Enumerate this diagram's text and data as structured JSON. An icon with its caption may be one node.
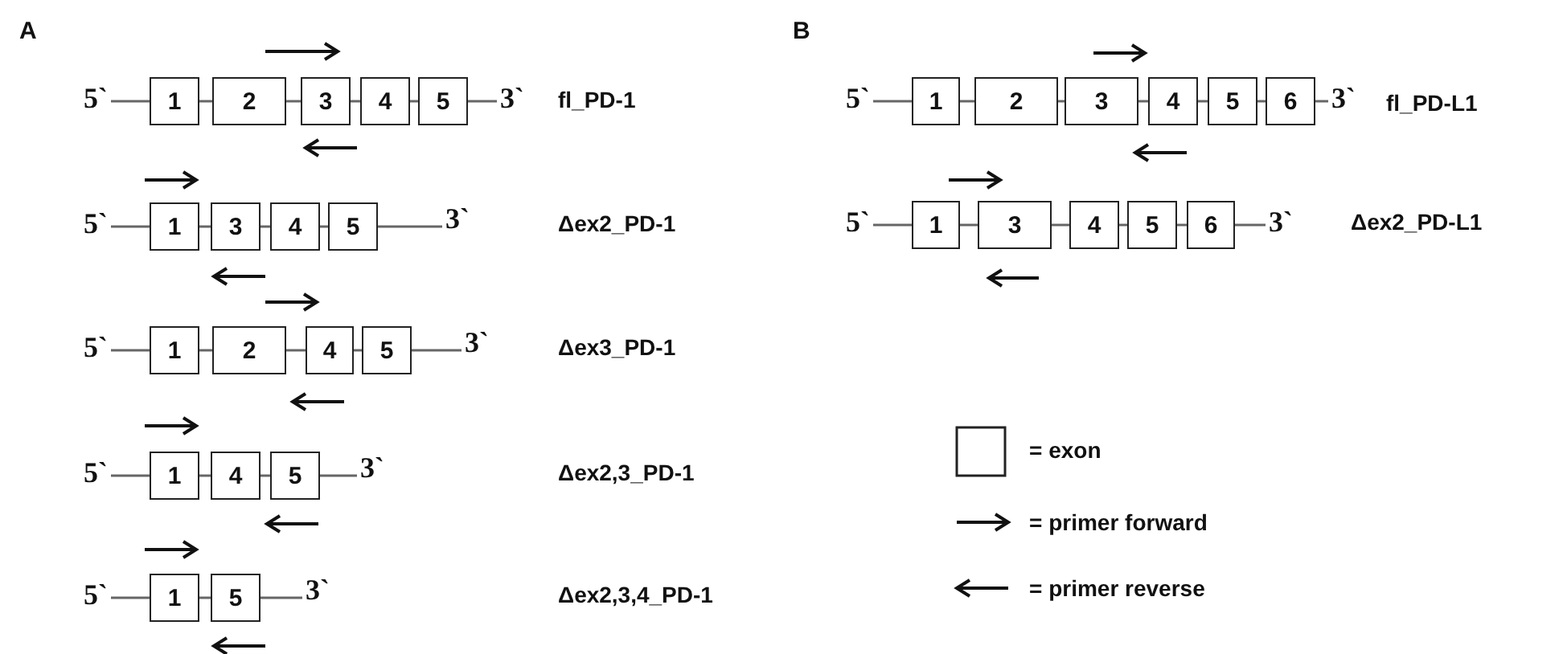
{
  "diagram": {
    "nodes": [
      {
        "text": [
          "5`"
        ]
      },
      {
        "text": [
          "1"
        ]
      },
      {
        "text": [
          "2"
        ]
      },
      {
        "text": [
          "3"
        ]
      },
      {
        "text": [
          "4"
        ]
      },
      {
        "text": [
          "5"
        ]
      },
      {
        "text": [
          "3`"
        ]
      },
      {
        "text": [
          "5`"
        ]
      },
      {
        "text": [
          "1"
        ]
      },
      {
        "text": [
          "3"
        ]
      },
      {
        "text": [
          "4"
        ]
      },
      {
        "text": [
          "5"
        ]
      },
      {
        "text": [
          "3`"
        ]
      },
      {
        "text": [
          "5`"
        ]
      },
      {
        "text": [
          "1"
        ]
      },
      {
        "text": [
          "2"
        ]
      },
      {
        "text": [
          "4"
        ]
      },
      {
        "text": [
          "5"
        ]
      },
      {
        "text": [
          "3`"
        ]
      },
      {
        "text": [
          "5`"
        ]
      },
      {
        "text": [
          "1"
        ]
      },
      {
        "text": [
          "4"
        ]
      },
      {
        "text": [
          "5"
        ]
      },
      {
        "text": [
          "3`"
        ]
      },
      {
        "text": [
          "5`"
        ]
      },
      {
        "text": [
          "1"
        ]
      },
      {
        "text": [
          "5"
        ]
      },
      {
        "text": [
          "3`"
        ]
      },
      {
        "text": [
          "5`"
        ]
      },
      {
        "text": [
          "1"
        ]
      },
      {
        "text": [
          "2"
        ]
      },
      {
        "text": [
          "3"
        ]
      },
      {
        "text": [
          "4"
        ]
      },
      {
        "text": [
          "5"
        ]
      },
      {
        "text": [
          "6"
        ]
      },
      {
        "text": [
          "3`"
        ]
      },
      {
        "text": [
          "5`"
        ]
      },
      {
        "text": [
          "1"
        ]
      },
      {
        "text": [
          "3"
        ]
      },
      {
        "text": [
          "4"
        ]
      },
      {
        "text": [
          "5"
        ]
      },
      {
        "text": [
          "6"
        ]
      },
      {
        "text": [
          "3`"
        ]
      }
    ],
    "edges": [
      {
        "from": 0,
        "to": 1,
        "arrow": "none"
      },
      {
        "from": 1,
        "to": 2,
        "arrow": "none"
      },
      {
        "from": 2,
        "to": 3,
        "arrow": "none"
      },
      {
        "from": 3,
        "to": 4,
        "arrow": "none"
      },
      {
        "from": 4,
        "to": 5,
        "arrow": "none"
      },
      {
        "from": 5,
        "to": 6,
        "arrow": "none"
      },
      {
        "from": 7,
        "to": 8,
        "arrow": "none"
      },
      {
        "from": 8,
        "to": 9,
        "arrow": "none"
      },
      {
        "from": 9,
        "to": 10,
        "arrow": "none"
      },
      {
        "from": 10,
        "to": 11,
        "arrow": "none"
      },
      {
        "from": 11,
        "to": 12,
        "arrow": "none"
      },
      {
        "from": 13,
        "to": 14,
        "arrow": "none"
      },
      {
        "from": 14,
        "to": 15,
        "arrow": "none"
      },
      {
        "from": 15,
        "to": 16,
        "arrow": "none"
      },
      {
        "from": 16,
        "to": 17,
        "arrow": "none"
      },
      {
        "from": 17,
        "to": 18,
        "arrow": "none"
      },
      {
        "from": 19,
        "to": 20,
        "arrow": "none"
      },
      {
        "from": 20,
        "to": 21,
        "arrow": "none"
      },
      {
        "from": 21,
        "to": 22,
        "arrow": "none"
      },
      {
        "from": 22,
        "to": 23,
        "arrow": "none"
      },
      {
        "from": 24,
        "to": 25,
        "arrow": "none"
      },
      {
        "from": 25,
        "to": 26,
        "arrow": "none"
      },
      {
        "from": 26,
        "to": 27,
        "arrow": "none"
      },
      {
        "from": 28,
        "to": 29,
        "arrow": "none"
      },
      {
        "from": 29,
        "to": 30,
        "arrow": "none"
      },
      {
        "from": 30,
        "to": 31,
        "arrow": "none"
      },
      {
        "from": 31,
        "to": 32,
        "arrow": "none"
      },
      {
        "from": 32,
        "to": 33,
        "arrow": "none"
      },
      {
        "from": 33,
        "to": 34,
        "arrow": "none"
      },
      {
        "from": 34,
        "to": 35,
        "arrow": "none"
      },
      {
        "from": 36,
        "to": 37,
        "arrow": "none"
      },
      {
        "from": 37,
        "to": 38,
        "arrow": "none"
      },
      {
        "from": 38,
        "to": 39,
        "arrow": "none"
      },
      {
        "from": 39,
        "to": 40,
        "arrow": "none"
      },
      {
        "from": 40,
        "to": 41,
        "arrow": "none"
      },
      {
        "from": 41,
        "to": 42,
        "arrow": "none"
      }
    ],
    "labels": [
      "A",
      "B",
      "fl_PD-1",
      "fl_PD-L1",
      "Δex2_PD-1",
      "Δex2_PD-L1",
      "Δex3_PD-1",
      "Δex2,3_PD-1",
      "Δex2,3,4_PD-1"
    ],
    "legend": [
      {
        "text": "= exon"
      },
      {
        "text": "= primer forward"
      },
      {
        "text": "= primer reverse"
      }
    ]
  }
}
